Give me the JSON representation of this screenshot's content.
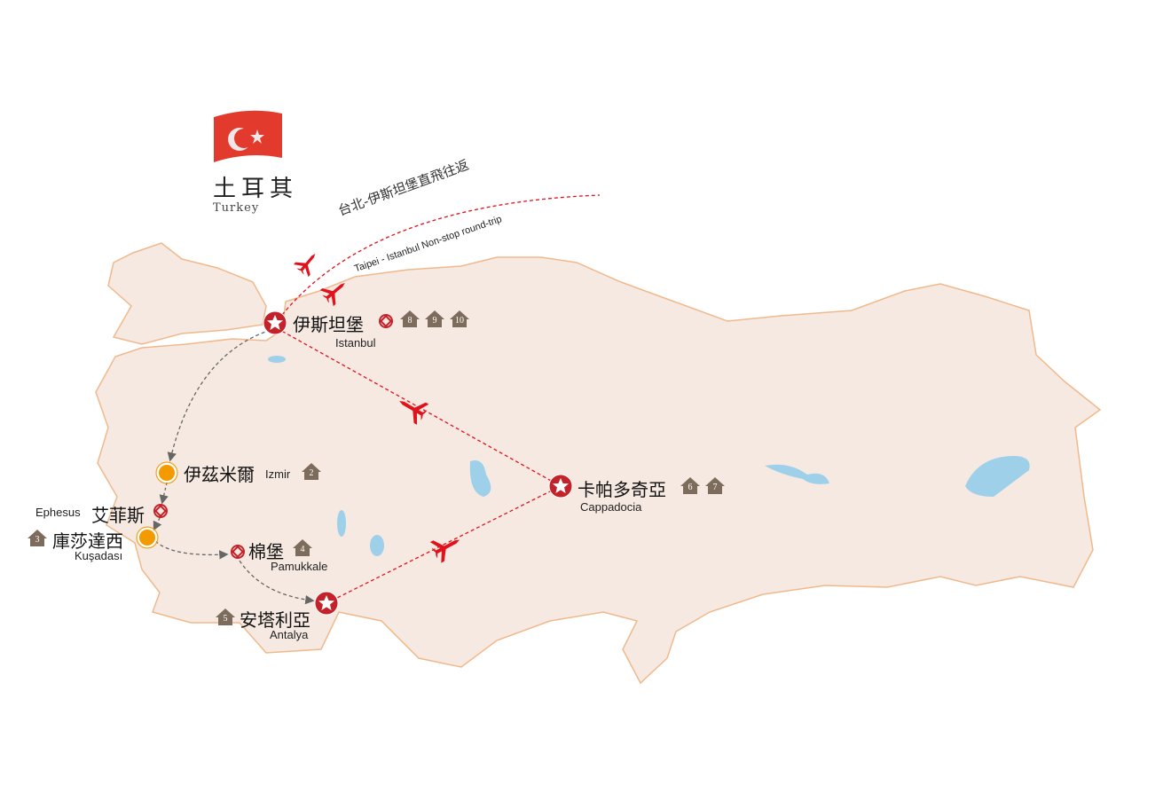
{
  "country": {
    "name_zh": "土耳其",
    "name_en": "Turkey"
  },
  "flight": {
    "label_zh": "台北-伊斯坦堡直飛往返",
    "label_en": "Taipei - Istanbul Non-stop round-trip"
  },
  "colors": {
    "land": "#f6e9e2",
    "coast": "#f0b98c",
    "route": "#e0121c",
    "star": "#c4222a",
    "orange": "#f29a00",
    "house": "#7d6c5c",
    "lake": "#9fd0ea"
  },
  "cities": [
    {
      "zh": "伊斯坦堡",
      "en": "Istanbul",
      "nights": [
        "8",
        "9",
        "10"
      ],
      "unesco": true
    },
    {
      "zh": "伊茲米爾",
      "en": "Izmir",
      "nights": [
        "2"
      ]
    },
    {
      "zh": "艾菲斯",
      "en": "Ephesus",
      "unesco": true
    },
    {
      "zh": "庫莎達西",
      "en": "Kuşadası",
      "nights": [
        "3"
      ]
    },
    {
      "zh": "棉堡",
      "en": "Pamukkale",
      "nights": [
        "4"
      ],
      "unesco": true
    },
    {
      "zh": "安塔利亞",
      "en": "Antalya",
      "nights": [
        "5"
      ]
    },
    {
      "zh": "卡帕多奇亞",
      "en": "Cappadocia",
      "nights": [
        "6",
        "7"
      ]
    }
  ]
}
